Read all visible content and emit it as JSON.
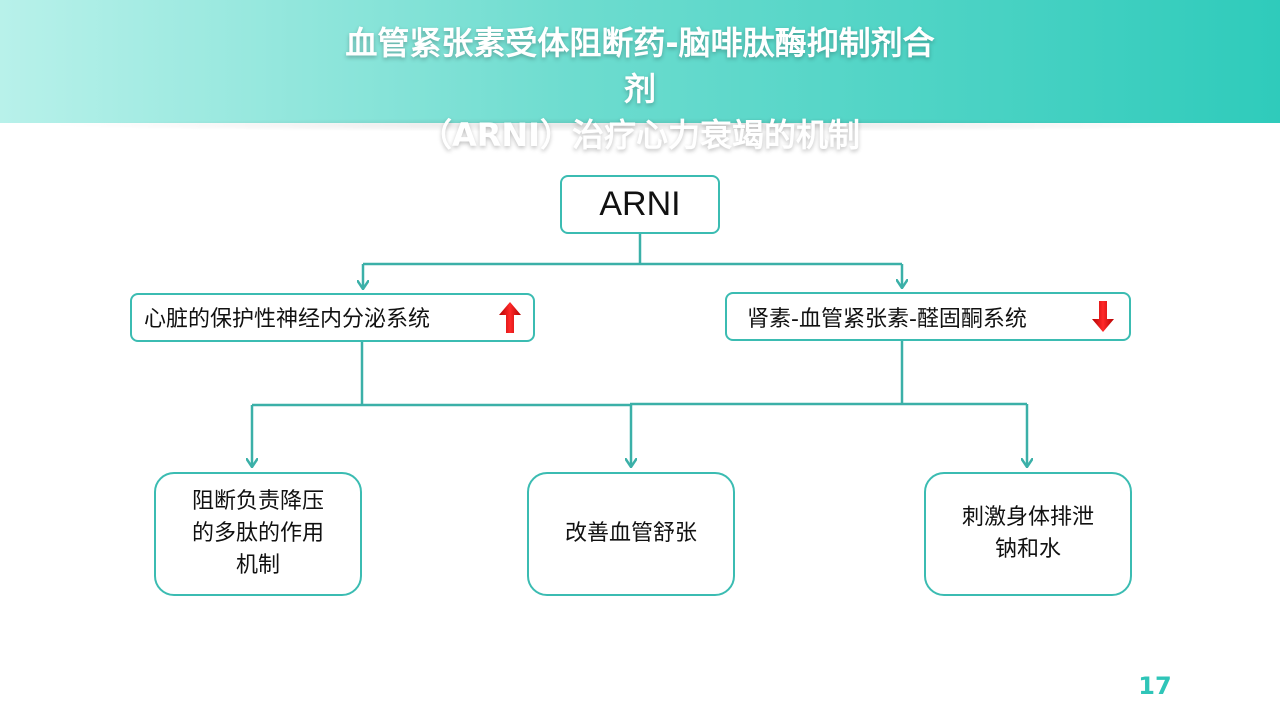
{
  "header": {
    "title_lines": [
      "血管紧张素受体阻断药-脑啡肽酶抑制剂合",
      "剂",
      "（ARNI）治疗心力衰竭的机制"
    ],
    "band_colors": [
      "#b8f1ea",
      "#2fcbbb"
    ]
  },
  "diagram": {
    "root": {
      "label": "ARNI"
    },
    "left_branch": {
      "label": "心脏的保护性神经内分泌系统",
      "indicator": "up-arrow-icon",
      "indicator_color": "#e8131b"
    },
    "right_branch": {
      "label": "肾素-血管紧张素-醛固酮系统",
      "indicator": "down-arrow-icon",
      "indicator_color": "#e8131b"
    },
    "effects": [
      {
        "lines": [
          "阻断负责降压",
          "的多肽的作用",
          "机制"
        ]
      },
      {
        "lines": [
          "改善血管舒张"
        ]
      },
      {
        "lines": [
          "刺激身体排泄",
          "钠和水"
        ]
      }
    ],
    "line_color": "#3bb0a8"
  },
  "footer": {
    "page_number": "17"
  }
}
